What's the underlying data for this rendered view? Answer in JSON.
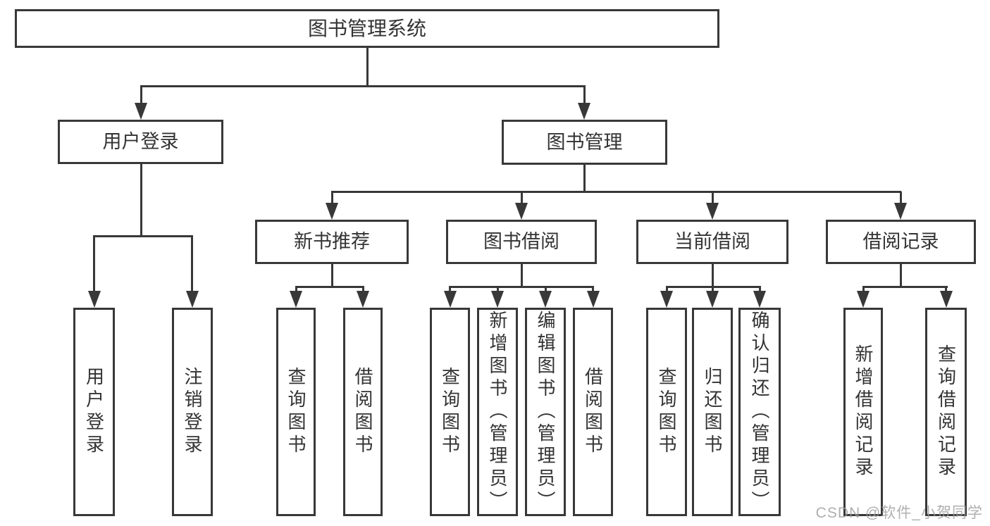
{
  "diagram_title": "图书管理系统",
  "colors": {
    "line": "#383838",
    "box_border": "#383838",
    "text": "#333333",
    "watermark": "#9e9e9e",
    "background": "#ffffff"
  },
  "tree": {
    "label": "图书管理系统",
    "children": [
      {
        "label": "用户登录",
        "children": [
          {
            "label": "用户登录"
          },
          {
            "label": "注销登录"
          }
        ]
      },
      {
        "label": "图书管理",
        "children": [
          {
            "label": "新书推荐",
            "children": [
              {
                "label": "查询图书"
              },
              {
                "label": "借阅图书"
              }
            ]
          },
          {
            "label": "图书借阅",
            "children": [
              {
                "label": "查询图书"
              },
              {
                "label": "新增图书（管理员）"
              },
              {
                "label": "编辑图书（管理员）"
              },
              {
                "label": "借阅图书"
              }
            ]
          },
          {
            "label": "当前借阅",
            "children": [
              {
                "label": "查询图书"
              },
              {
                "label": "归还图书"
              },
              {
                "label": "确认归还（管理员）"
              }
            ]
          },
          {
            "label": "借阅记录",
            "children": [
              {
                "label": "新增借阅记录"
              },
              {
                "label": "查询借阅记录"
              }
            ]
          }
        ]
      }
    ]
  },
  "watermark": {
    "text": "CSDN @软件_小贺同学"
  }
}
